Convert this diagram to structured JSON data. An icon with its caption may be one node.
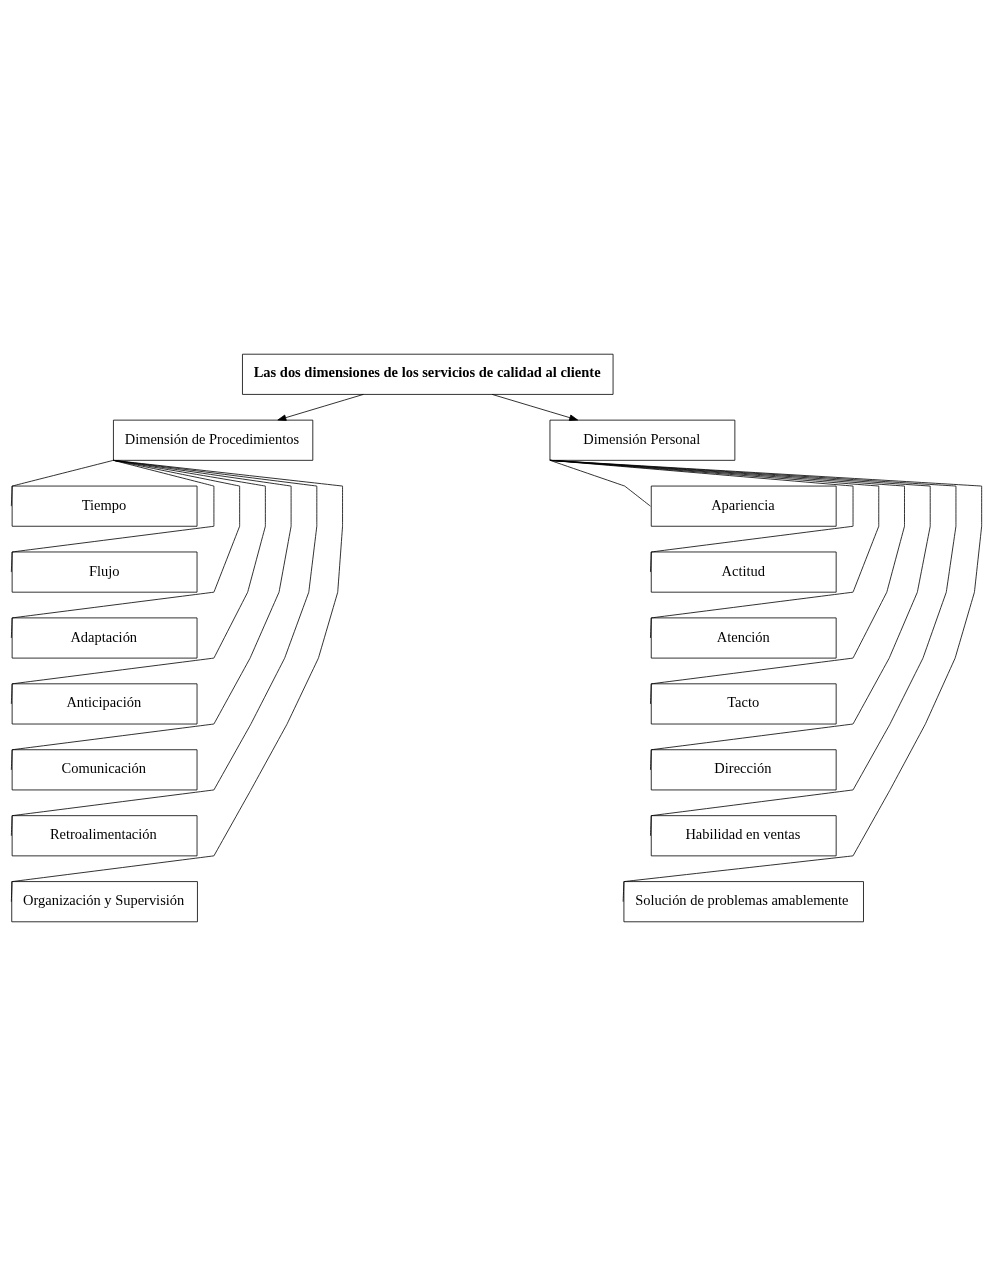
{
  "diagram": {
    "nodes": [
      {
        "text": [
          "Las dos dimensiones de los servicios de calidad al cliente"
        ]
      },
      {
        "text": [
          "Dimensión de Procedimientos"
        ]
      },
      {
        "text": [
          "Dimensión Personal"
        ]
      },
      {
        "text": [
          "Tiempo"
        ]
      },
      {
        "text": [
          "Flujo"
        ]
      },
      {
        "text": [
          "Adaptación"
        ]
      },
      {
        "text": [
          "Anticipación"
        ]
      },
      {
        "text": [
          "Comunicación"
        ]
      },
      {
        "text": [
          "Retroalimentación"
        ]
      },
      {
        "text": [
          "Organización y Supervisión"
        ]
      },
      {
        "text": [
          "Apariencia"
        ]
      },
      {
        "text": [
          "Actitud"
        ]
      },
      {
        "text": [
          "Atención"
        ]
      },
      {
        "text": [
          "Tacto"
        ]
      },
      {
        "text": [
          "Dirección"
        ]
      },
      {
        "text": [
          "Habilidad en ventas"
        ]
      },
      {
        "text": [
          "Solución de problemas amablemente"
        ]
      }
    ],
    "edges": [
      {
        "from": 0,
        "to": 1,
        "arrow": "to"
      },
      {
        "from": 0,
        "to": 2,
        "arrow": "to"
      },
      {
        "from": 1,
        "to": 3,
        "arrow": "none"
      },
      {
        "from": 1,
        "to": 4,
        "arrow": "none"
      },
      {
        "from": 1,
        "to": 5,
        "arrow": "none"
      },
      {
        "from": 1,
        "to": 6,
        "arrow": "none"
      },
      {
        "from": 1,
        "to": 7,
        "arrow": "none"
      },
      {
        "from": 1,
        "to": 8,
        "arrow": "none"
      },
      {
        "from": 1,
        "to": 9,
        "arrow": "none"
      },
      {
        "from": 2,
        "to": 10,
        "arrow": "none"
      },
      {
        "from": 2,
        "to": 11,
        "arrow": "none"
      },
      {
        "from": 2,
        "to": 12,
        "arrow": "none"
      },
      {
        "from": 2,
        "to": 13,
        "arrow": "none"
      },
      {
        "from": 2,
        "to": 14,
        "arrow": "none"
      },
      {
        "from": 2,
        "to": 15,
        "arrow": "none"
      },
      {
        "from": 2,
        "to": 16,
        "arrow": "none"
      }
    ]
  }
}
